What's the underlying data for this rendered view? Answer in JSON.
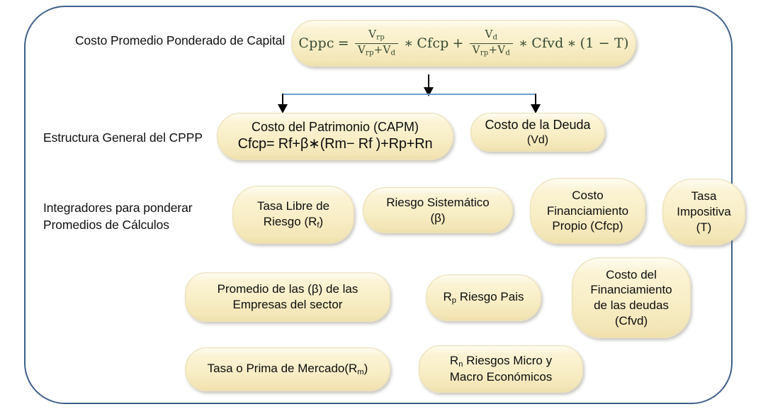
{
  "diagram": {
    "title_text_visible": false,
    "frame_border_color": "#3f5f8a",
    "node_fill_color": "#f8eec6",
    "connector_line_color": "#6d9ed1",
    "arrow_color": "#000000"
  },
  "captions": {
    "row1": "Costo Promedio Ponderado de Capital",
    "row2": "Estructura General del CPPP",
    "row3": "Integradores para ponderar\nPromedios de Cálculos"
  },
  "formula": {
    "lhs": "Cppc",
    "equals": "=",
    "term1": {
      "numerator": "V",
      "numerator_sub": "rp",
      "denominator_a": "V",
      "denominator_a_sub": "rp",
      "plus": "+",
      "denominator_b": "V",
      "denominator_b_sub": "d",
      "times": "∗",
      "factor": "Cfcp"
    },
    "plus": "+",
    "term2": {
      "numerator": "V",
      "numerator_sub": "d",
      "denominator_a": "V",
      "denominator_a_sub": "rp",
      "plus": "+",
      "denominator_b": "V",
      "denominator_b_sub": "d",
      "times": "∗",
      "factor": "Cfvd",
      "times2": "∗",
      "tax_term": "(1 − T)"
    },
    "plain_text": "Cppc = Vrp/(Vrp+Vd) * Cfcp + Vd/(Vrp+Vd) * Cfvd * (1 − T)"
  },
  "nodes": {
    "capm": {
      "line1": "Costo del Patrimonio (CAPM)",
      "line2": "Cfcp= Rf+β∗(Rm− Rf )+Rp+Rn"
    },
    "deuda": {
      "line1": "Costo de la Deuda",
      "line2": "(Vd)"
    },
    "tasa_libre_riesgo": {
      "line1": "Tasa Libre de",
      "line2_pre": "Riesgo (R",
      "line2_sub": "f",
      "line2_post": ")"
    },
    "riesgo_sistematico": {
      "line1": "Riesgo Sistemático",
      "line2": "(β)"
    },
    "costo_financiamiento_propio": {
      "line1": "Costo",
      "line2": "Financiamiento",
      "line3": "Propio (Cfcp)"
    },
    "tasa_impositiva": {
      "line1": "Tasa",
      "line2": "Impositiva",
      "line3": "(T)"
    },
    "promedio_betas": {
      "line1": "Promedio de las  (β) de las",
      "line2": "Empresas del sector"
    },
    "riesgo_pais": {
      "pre": "R",
      "sub": "p",
      "post": " Riesgo Pais"
    },
    "costo_financiamiento_deudas": {
      "line1": "Costo del",
      "line2": "Financiamiento",
      "line3": "de las deudas",
      "line4": "(Cfvd)"
    },
    "tasa_prima_mercado": {
      "pre": "Tasa o Prima de Mercado(R",
      "sub": "m",
      "post": ")"
    },
    "riesgos_micro_macro": {
      "pre": "R",
      "sub": "n",
      "post": " Riesgos Micro y",
      "line2": "Macro Económicos"
    }
  }
}
